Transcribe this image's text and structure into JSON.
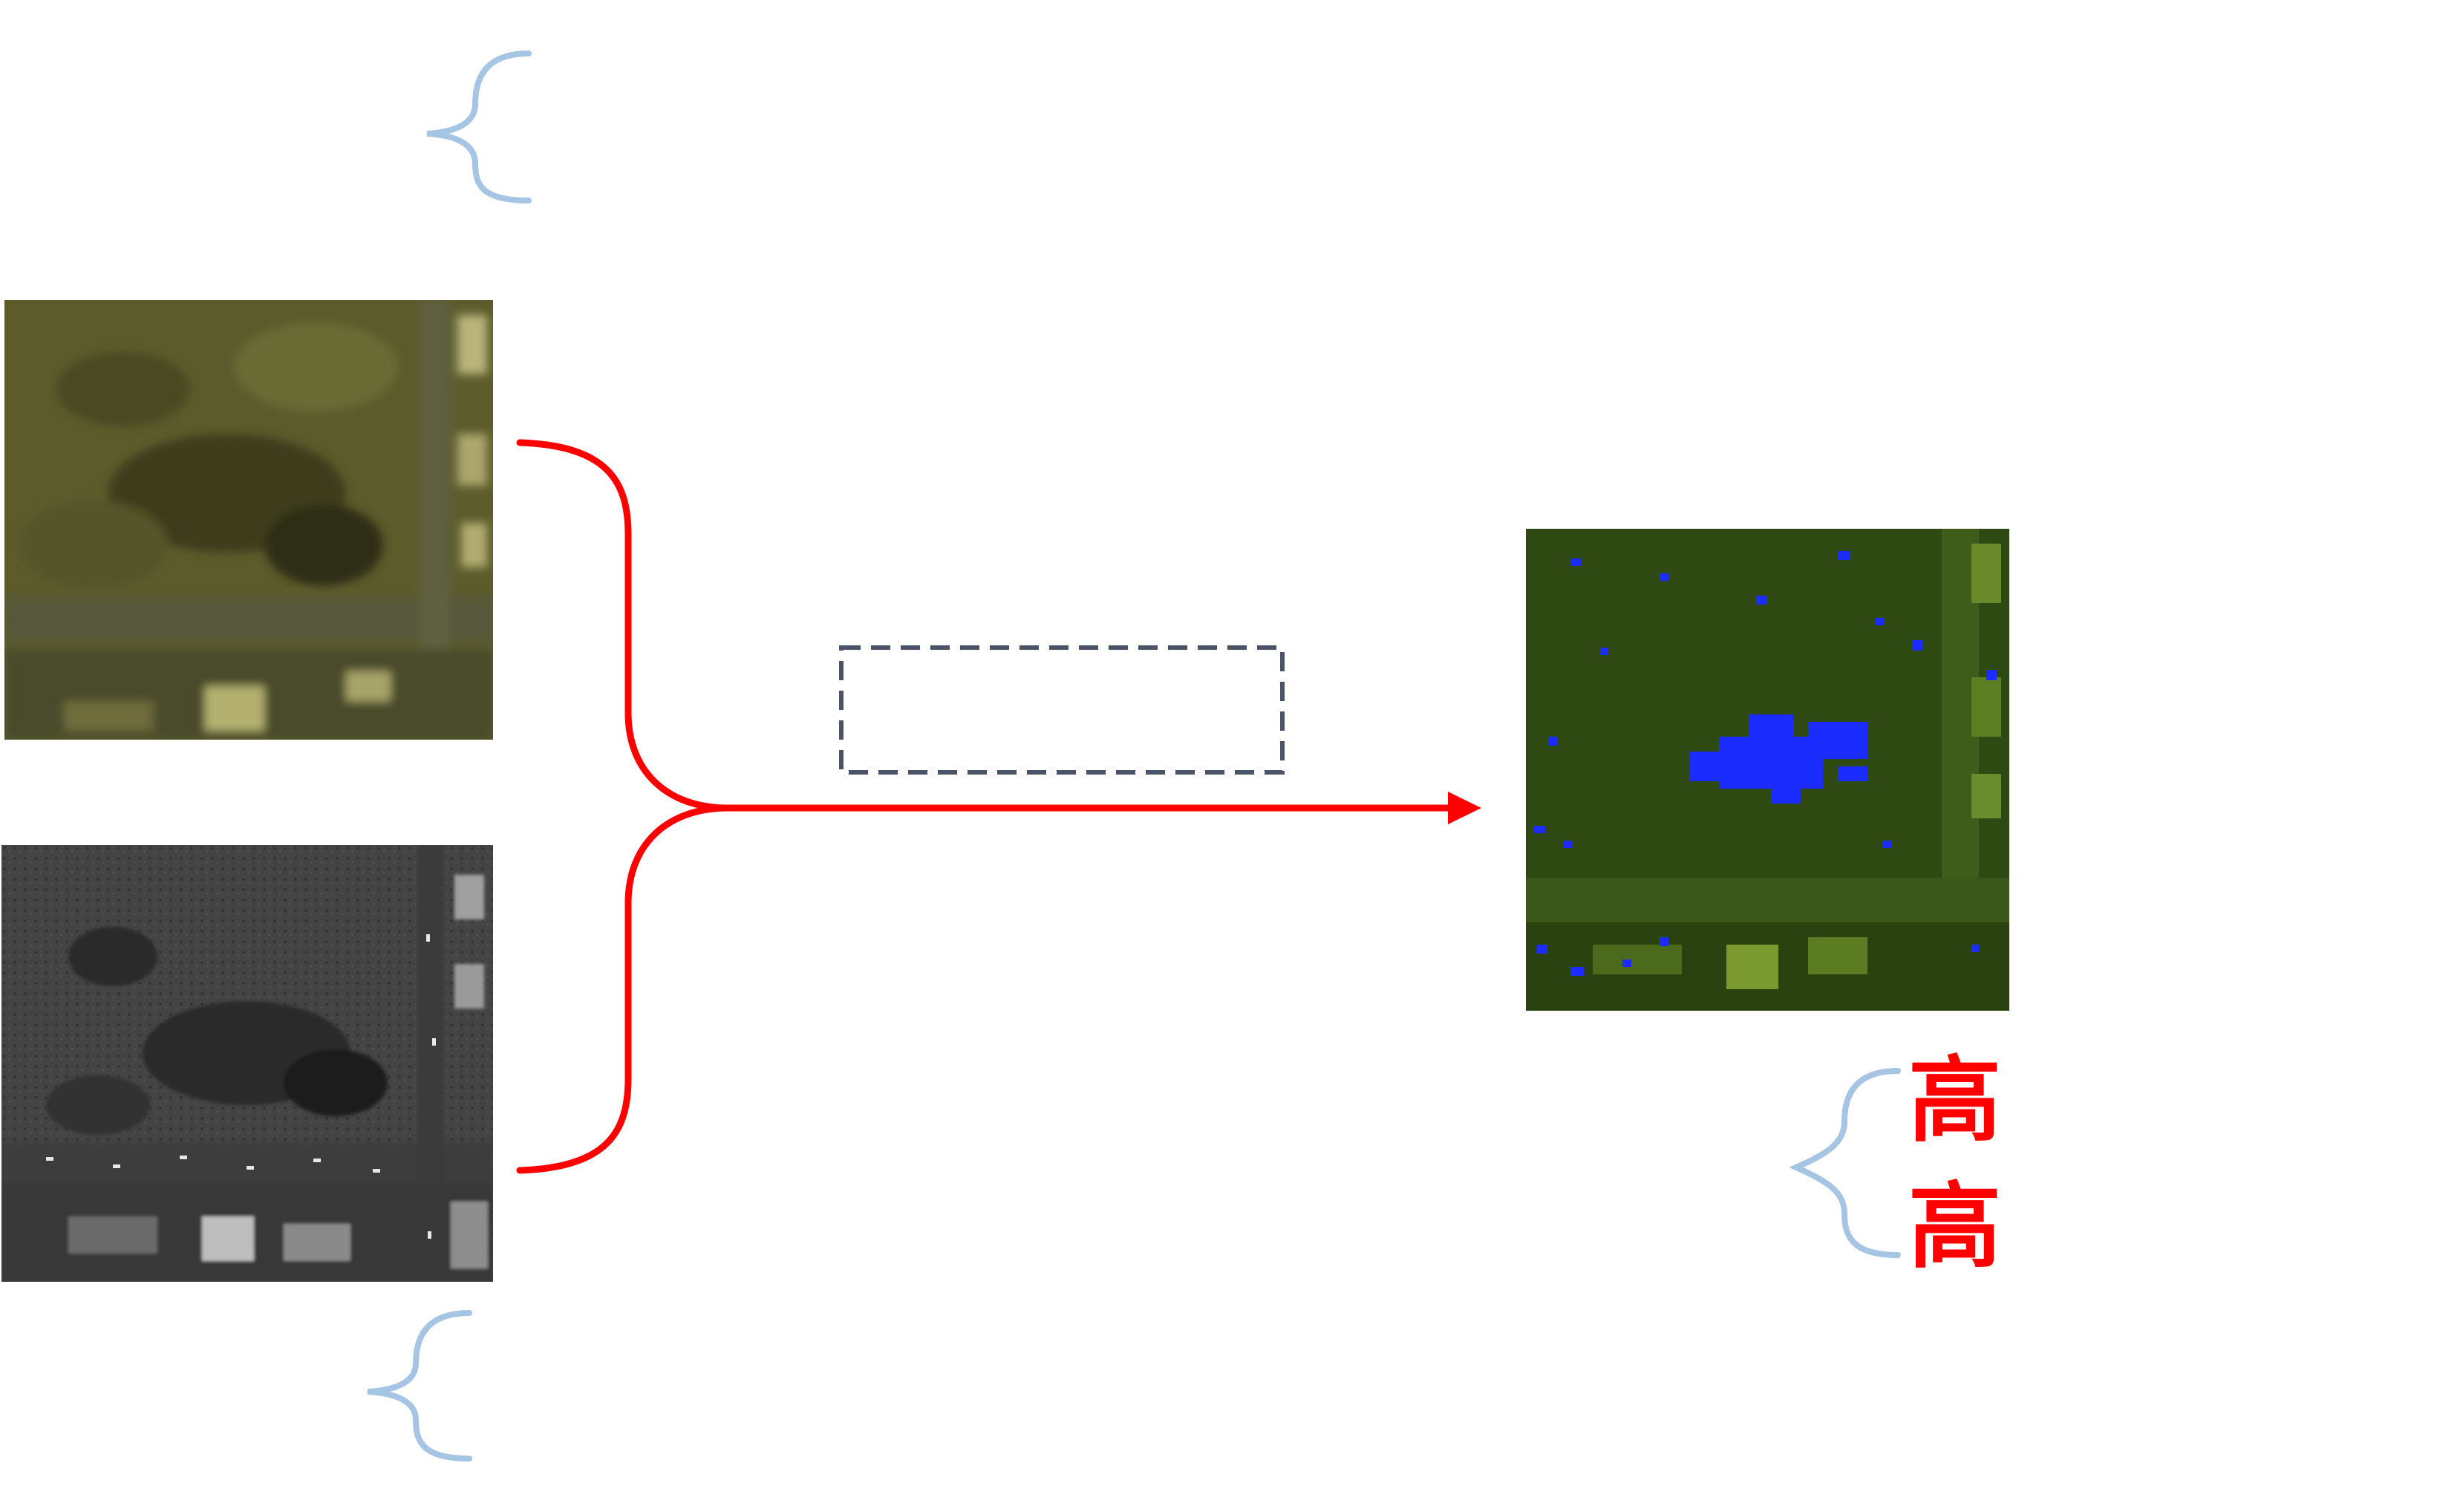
{
  "diagram": {
    "colors": {
      "arrow": "#ff0000",
      "brace": "#a6c4e4",
      "dashed_box": "#4a5466",
      "multispectral_tint": "#5a5a2a",
      "panchromatic_tint": "#3a3a3a",
      "fused_tint": "#2e4a12",
      "fused_highlight": "#1a2cff"
    },
    "images": {
      "multispectral": {
        "icon": "satellite-image-color-low-res"
      },
      "panchromatic": {
        "icon": "satellite-image-grayscale-high-res"
      },
      "fused": {
        "icon": "satellite-image-fused-result"
      }
    },
    "output_labels": [
      "高",
      "高"
    ]
  }
}
